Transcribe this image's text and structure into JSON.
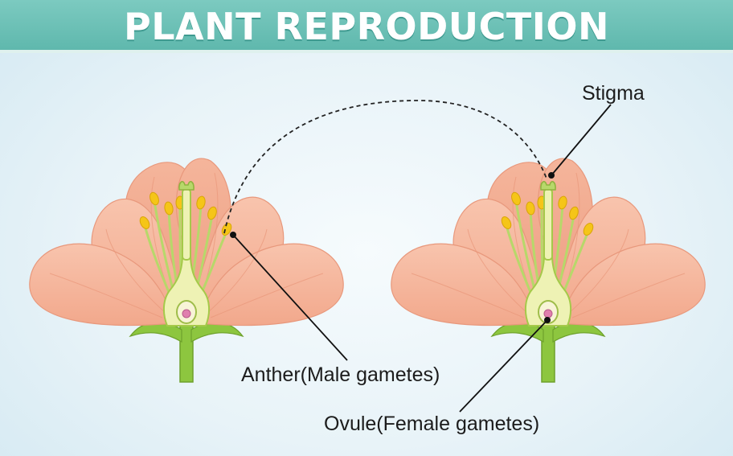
{
  "title": "PLANT REPRODUCTION",
  "labels": {
    "stigma": "Stigma",
    "anther": "Anther(Male gametes)",
    "ovule": "Ovule(Female gametes)"
  },
  "colors": {
    "header": "#64bbb0",
    "petal": "#f6b9a0",
    "petal_dark": "#e99a7e",
    "stem": "#8dc63f",
    "anther": "#f5c518"
  }
}
